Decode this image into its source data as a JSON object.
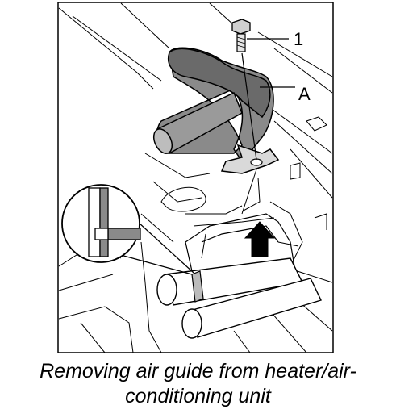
{
  "figure": {
    "callouts": {
      "bolt": "1",
      "air_guide": "A"
    },
    "caption_lines": [
      "Removing air guide from heater/air-",
      "conditioning unit"
    ]
  }
}
